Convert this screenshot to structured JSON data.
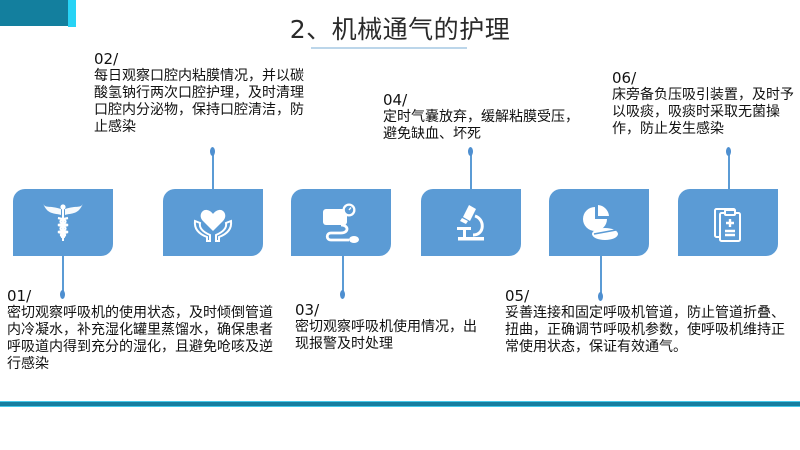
{
  "slide": {
    "title": "2、机械通气的护理",
    "accent_color": "#5b9bd5",
    "bar_color": "#157ea0"
  },
  "steps": [
    {
      "num": "01/",
      "icon": "caduceus-icon",
      "text": "密切观察呼吸机的使用状态，及时倾倒管道内冷凝水，补充湿化罐里蒸馏水，确保患者呼吸道内得到充分的湿化，且避免呛咳及逆行感染"
    },
    {
      "num": "02/",
      "icon": "heart-hands-icon",
      "text": "每日观察口腔内粘膜情况，并以碳酸氢钠行两次口腔护理，及时清理口腔内分泌物，保持口腔清洁，防止感染"
    },
    {
      "num": "03/",
      "icon": "blood-pressure-monitor-icon",
      "text": "密切观察呼吸机使用情况，出现报警及时处理"
    },
    {
      "num": "04/",
      "icon": "microscope-icon",
      "text": "定时气囊放弃，缓解粘膜受压，避免缺血、坏死"
    },
    {
      "num": "05/",
      "icon": "pills-icon",
      "text": "妥善连接和固定呼吸机管道，防止管道折叠、扭曲，正确调节呼吸机参数，使呼吸机维持正常使用状态，保证有效通气。"
    },
    {
      "num": "06/",
      "icon": "clipboard-medical-icon",
      "text": "床旁备负压吸引装置，及时予以吸痰，吸痰时采取无菌操作，防止发生感染"
    }
  ]
}
